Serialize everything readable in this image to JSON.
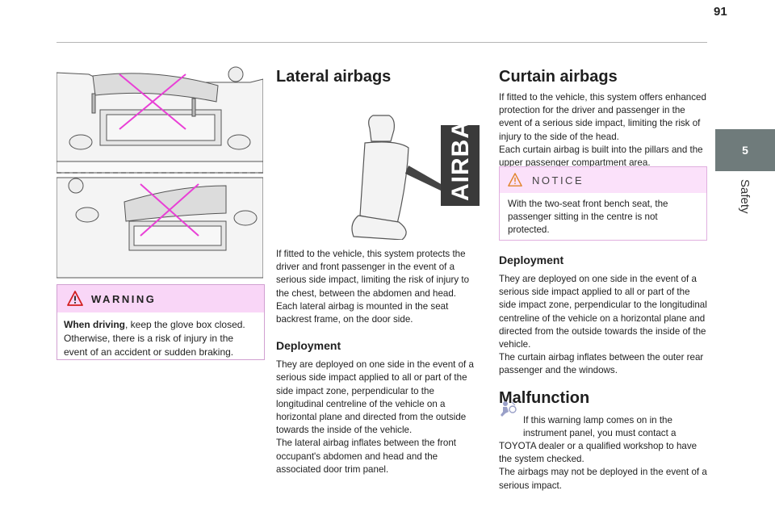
{
  "page": {
    "number": "91",
    "chapter_number": "5",
    "chapter_title": "Safety"
  },
  "warning": {
    "heading": "WARNING",
    "bold_lead": "When driving",
    "text": ", keep the glove box closed. Otherwise, there is a risk of injury in the event of an accident or sudden braking."
  },
  "lateral": {
    "title": "Lateral airbags",
    "airbag_label": "AIRBAG",
    "intro": "If fitted to the vehicle, this system protects the driver and front passenger in the event of a serious side impact, limiting the risk of injury to the chest, between the abdomen and head.",
    "intro2": "Each lateral airbag is mounted in the seat backrest frame, on the door side.",
    "deployment_title": "Deployment",
    "deployment_text": "They are deployed on one side in the event of a serious side impact applied to all or part of the side impact zone, perpendicular to the longitudinal centreline of the vehicle on a horizontal plane and directed from the outside towards the inside of the vehicle.",
    "deployment_text2": "The lateral airbag inflates between the front occupant's abdomen and head and the associated door trim panel."
  },
  "curtain": {
    "title": "Curtain airbags",
    "intro": "If fitted to the vehicle, this system offers enhanced protection for the driver and passenger in the event of a serious side impact, limiting the risk of injury to the side of the head.",
    "intro2": "Each curtain airbag is built into the pillars and the upper passenger compartment area.",
    "notice_heading": "NOTICE",
    "notice_text": "With the two-seat front bench seat, the passenger sitting in the centre is not protected.",
    "deployment_title": "Deployment",
    "deployment_text": "They are deployed on one side in the event of a serious side impact applied to all or part of the side impact zone, perpendicular to the longitudinal centreline of the vehicle on a horizontal plane and directed from the outside towards the inside of the vehicle.",
    "deployment_text2": "The curtain airbag inflates between the outer rear passenger and the windows."
  },
  "malfunction": {
    "title": "Malfunction",
    "line1": "If this warning lamp comes on in the",
    "line2": "instrument panel, you must contact a",
    "rest": "TOYOTA dealer or a qualified workshop to have the system checked.",
    "rest2": "The airbags may not be deployed in the event of a serious impact."
  },
  "colors": {
    "warning_bg": "#f9d6f7",
    "notice_bg": "#fbe1fa",
    "tab_gray": "#6f7b7b",
    "cross_magenta": "#e93fd6"
  },
  "icons": [
    "warning-triangle-icon",
    "notice-triangle-icon",
    "airbag-warning-lamp-icon"
  ]
}
